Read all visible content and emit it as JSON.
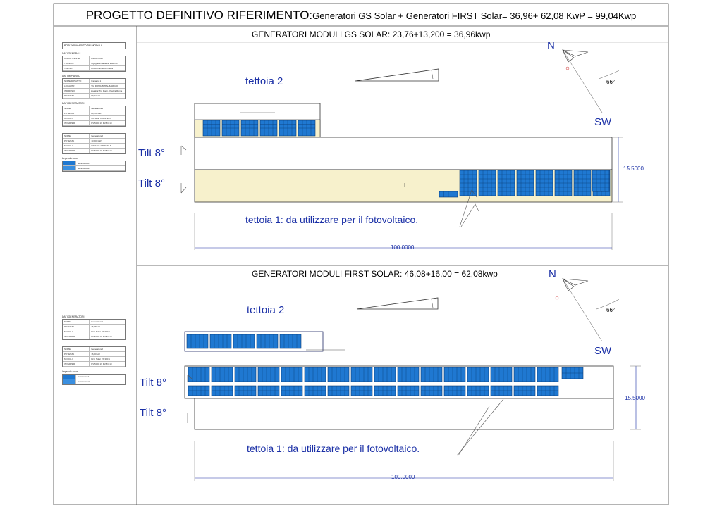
{
  "title": {
    "main": "PROGETTO DEFINITIVO RIFERIMENTO:",
    "sub": "Generatori GS Solar + Generatori FIRST Solar= 36,96+ 62,08 KwP = 99,04Kwp"
  },
  "sections": [
    {
      "heading": "GENERATORI MODULI GS SOLAR: 23,76+13,200 = 36,96kwp",
      "tettoia2_label": "tettoia 2",
      "tilt_top": "Tilt 8°",
      "tilt_bottom": "Tilt 8°",
      "tettoia1_label": "tettoia 1: da utilizzare per il fotovoltaico.",
      "dim_width": "100.0000",
      "dim_height": "15.5000",
      "compass": {
        "north": "N",
        "southwest": "SW",
        "angle": "66°"
      }
    },
    {
      "heading": "GENERATORI MODULI FIRST SOLAR: 46,08+16,00 = 62,08kwp",
      "tettoia2_label": "tettoia 2",
      "tilt_top": "Tilt 8°",
      "tilt_bottom": "Tilt 8°",
      "tettoia1_label": "tettoia 1: da utilizzare per il fotovoltaico.",
      "dim_width": "100.0000",
      "dim_height": "15.5000",
      "compass": {
        "north": "N",
        "southwest": "SW",
        "angle": "66°"
      }
    }
  ],
  "side_panel": {
    "header": "POSIZIONAMENTO DEI MODULI",
    "groups": [
      {
        "heading": "DATI GENERALI",
        "rows": [
          [
            "COMMITTENTE",
            "LIBOA AGRI"
          ],
          [
            "TECNICO",
            "Ingegnere Bassano Esterno"
          ],
          [
            "TAVOLA",
            "Posizionamento moduli"
          ]
        ]
      },
      {
        "heading": "DATI IMPIANTO",
        "rows": [
          [
            "NOME IMPIANTO",
            "Impianto 1"
          ],
          [
            "LOCALITA'",
            "VIA ROMA BUSALBAREGO"
          ],
          [
            "INDIRIZZO",
            "Localita' Tre Ponti - Piazza Roma 17"
          ],
          [
            "POTENZA",
            "99,04 kW"
          ]
        ]
      },
      {
        "heading": "DATI GENERATORI",
        "rows": [
          [
            "NOME",
            "Generatore1"
          ],
          [
            "POTENZA",
            "23,760 kW"
          ],
          [
            "MODULI",
            "GS Solar 220W, 90 A"
          ],
          [
            "INVERTER",
            "PVI5000 16 PV-8C 10"
          ]
        ]
      },
      {
        "heading": "",
        "rows": [
          [
            "NOME",
            "Generatore2"
          ],
          [
            "POTENZA",
            "13,200 kW"
          ],
          [
            "MODULI",
            "GS Solar 220W, 60 A"
          ],
          [
            "INVERTER",
            "PVI5000 16 PV-8C 10"
          ]
        ]
      },
      {
        "heading": "Legenda colori",
        "rows": [
          [
            "",
            "Generatore1"
          ],
          [
            "",
            "Generatore2"
          ]
        ]
      }
    ],
    "lower_groups": [
      {
        "heading": "DATI GENERATORI",
        "rows": [
          [
            "NOME",
            "Generatore1"
          ],
          [
            "POTENZA",
            "46,08 kW"
          ],
          [
            "MODULI",
            "First Solar FS 380 A"
          ],
          [
            "INVERTER",
            "PVI5000 16 PV-8C 10"
          ]
        ]
      },
      {
        "heading": "",
        "rows": [
          [
            "NOME",
            "Generatore2"
          ],
          [
            "POTENZA",
            "16,00 kW"
          ],
          [
            "MODULI",
            "First Solar FS 380 A"
          ],
          [
            "INVERTER",
            "PVI5000 16 PV-8C 10"
          ]
        ]
      },
      {
        "heading": "Legenda colori",
        "rows": [
          [
            "",
            "Generatore1"
          ],
          [
            "",
            "Generatore2"
          ]
        ]
      }
    ]
  },
  "colors": {
    "panel_fill": "#1f78d1",
    "panel_grid": "#0b3a73",
    "roof_fill": "#f7f1cc",
    "label_blue": "#1a2fa6",
    "outline": "#333333"
  }
}
